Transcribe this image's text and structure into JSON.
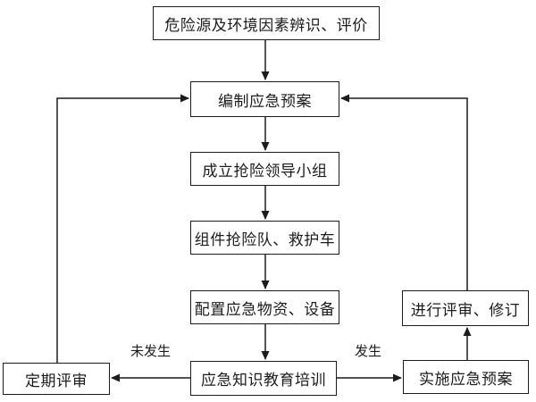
{
  "flowchart": {
    "nodes": {
      "hazard": {
        "label": "危险源及环境因素辨识、评价"
      },
      "compile": {
        "label": "编制应急预案"
      },
      "leaders": {
        "label": "成立抢险领导小组"
      },
      "team": {
        "label": "组件抢险队、救护车"
      },
      "supplies": {
        "label": "配置应急物资、设备"
      },
      "training": {
        "label": "应急知识教育培训"
      },
      "periodic": {
        "label": "定期评审"
      },
      "revise": {
        "label": "进行评审、修订"
      },
      "implement": {
        "label": "实施应急预案"
      }
    },
    "edge_labels": {
      "not_occurred": "未发生",
      "occurred": "发生"
    },
    "colors": {
      "line": "#1c1c1c",
      "box_border": "#1c1c1c",
      "box_fill": "#ffffff",
      "text": "#1c1c1c",
      "background": "#ffffff"
    }
  }
}
